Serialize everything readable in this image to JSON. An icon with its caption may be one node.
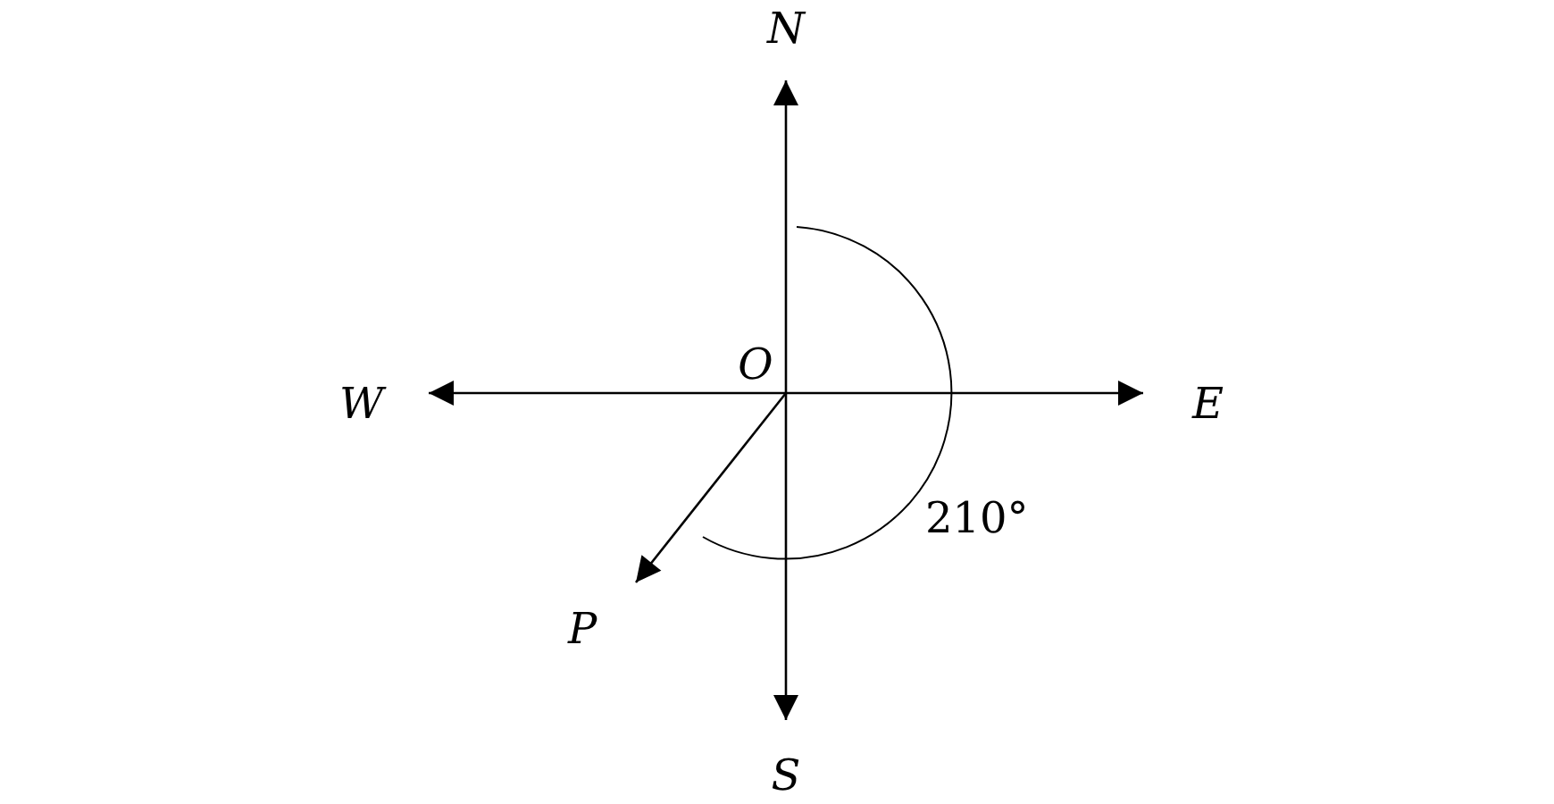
{
  "diagram": {
    "nodes": [
      {
        "text": [
          "O"
        ]
      },
      {
        "text": [
          "N"
        ]
      },
      {
        "text": [
          "E"
        ]
      },
      {
        "text": [
          "S"
        ]
      },
      {
        "text": [
          "W"
        ]
      },
      {
        "text": [
          "P"
        ]
      }
    ],
    "edges": [
      {
        "from": 0,
        "to": 1,
        "arrow": "to"
      },
      {
        "from": 0,
        "to": 2,
        "arrow": "to"
      },
      {
        "from": 0,
        "to": 3,
        "arrow": "to"
      },
      {
        "from": 0,
        "to": 4,
        "arrow": "to"
      },
      {
        "from": 0,
        "to": 5,
        "arrow": "to"
      }
    ],
    "labels": [
      "210°"
    ]
  }
}
